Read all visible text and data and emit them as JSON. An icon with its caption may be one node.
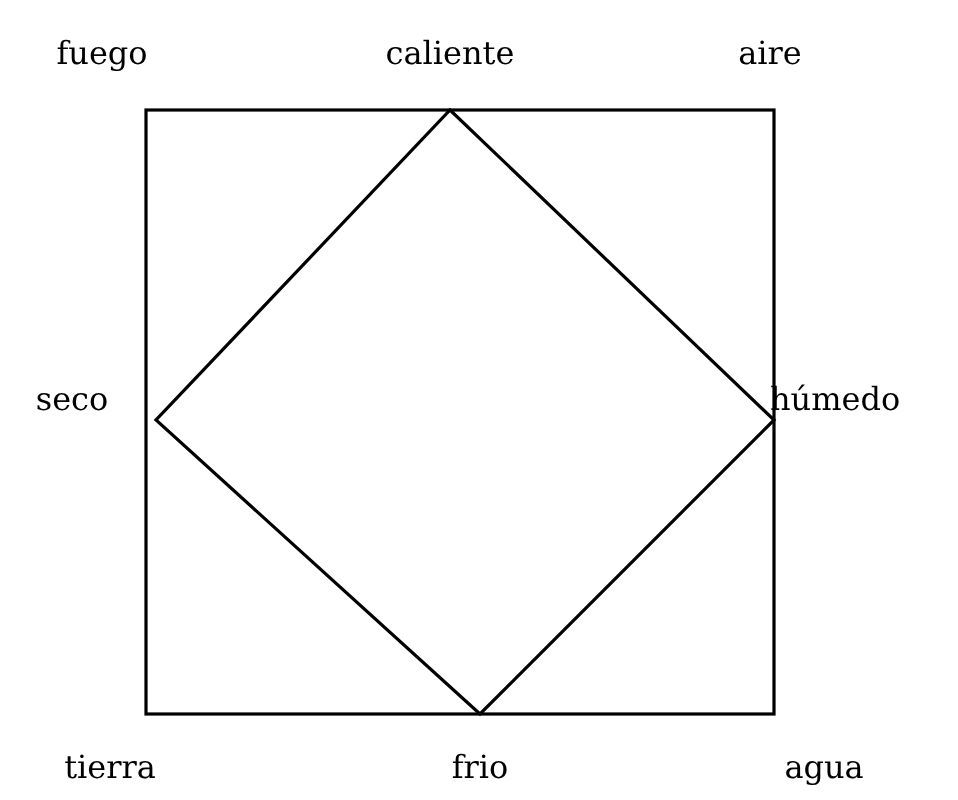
{
  "diagram": {
    "labels": [
      "fuego",
      "caliente",
      "aire",
      "seco",
      "húmedo",
      "tierra",
      "frio",
      "agua"
    ]
  }
}
